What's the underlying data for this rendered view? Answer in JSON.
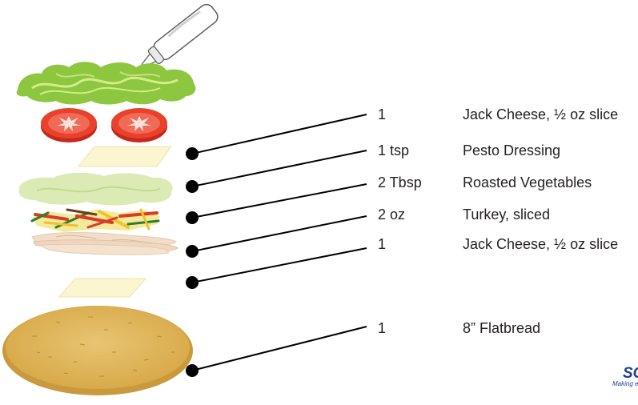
{
  "rows": [
    {
      "qty": "1",
      "item": "Jack Cheese, ½ oz slice"
    },
    {
      "qty": "1 tsp",
      "item": "Pesto Dressing"
    },
    {
      "qty": "2 Tbsp",
      "item": "Roasted Vegetables"
    },
    {
      "qty": "2 oz",
      "item": "Turkey, sliced"
    },
    {
      "qty": "1",
      "item": "Jack Cheese, ½ oz slice"
    },
    {
      "qty": "1",
      "item": "8” Flatbread"
    }
  ],
  "brand": {
    "logo": "SC",
    "tagline": "Making ever"
  },
  "colors": {
    "lettuce": "#8dc63f",
    "tomato": "#e8412c",
    "cheese": "#fbf6cf",
    "pesto": "#dcebb5",
    "flatbread": "#e3b95c",
    "turkey": "#f1ddc8",
    "leader_line": "#000000",
    "brand": "#1c3f94"
  }
}
